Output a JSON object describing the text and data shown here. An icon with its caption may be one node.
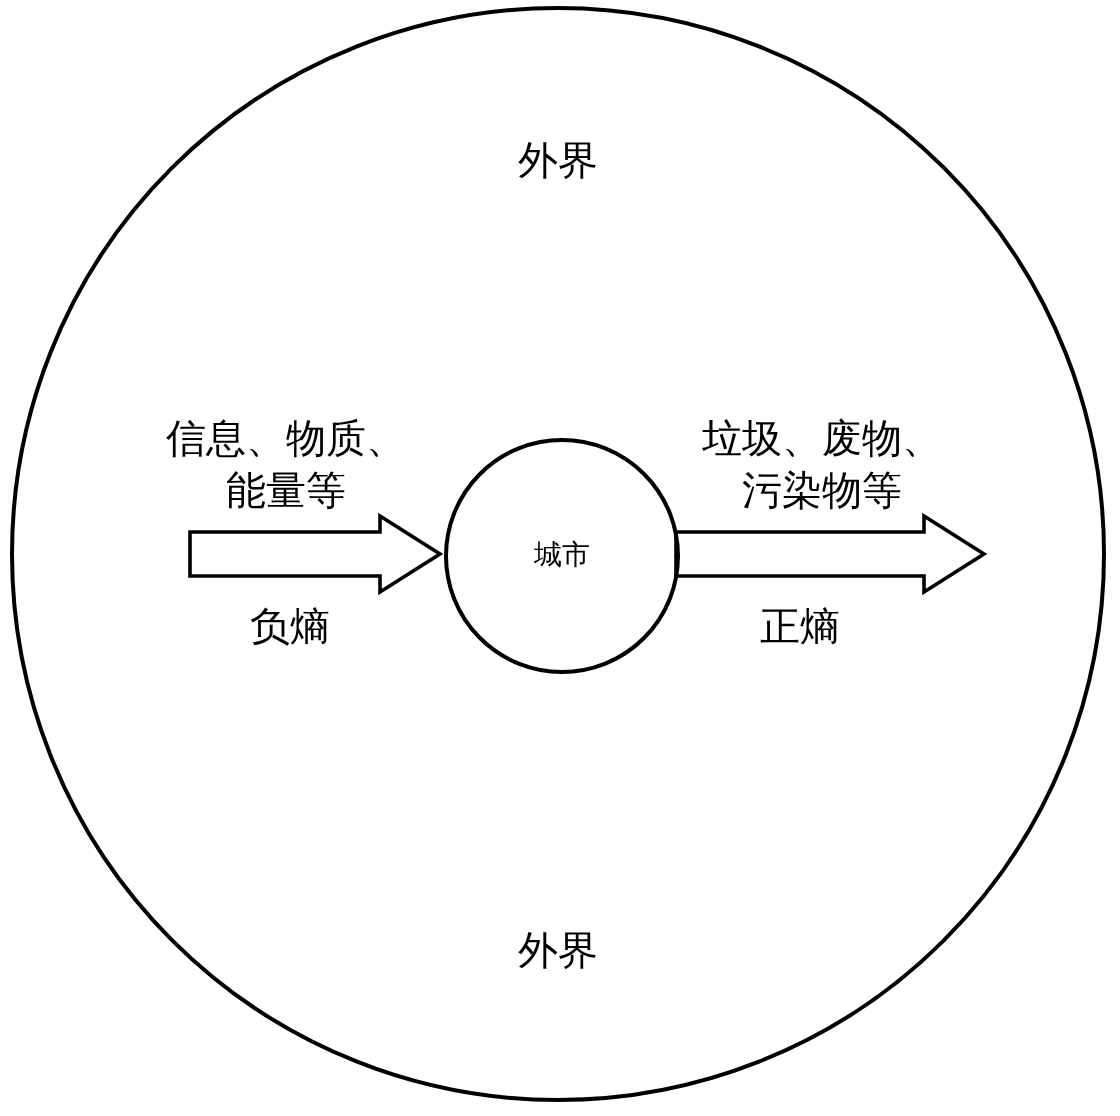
{
  "diagram": {
    "nodes": [
      {
        "text": [
          "外界",
          "外界"
        ]
      },
      {
        "text": [
          "城市"
        ],
        "in": 0
      }
    ],
    "edges": [
      {
        "from": null,
        "to": 1,
        "arrow": "to",
        "label": "信息、物质、能量等"
      },
      {
        "from": 1,
        "to": null,
        "arrow": "to",
        "label": "垃圾、废物、污染物等"
      }
    ],
    "labels": [
      "负熵",
      "正熵"
    ]
  }
}
